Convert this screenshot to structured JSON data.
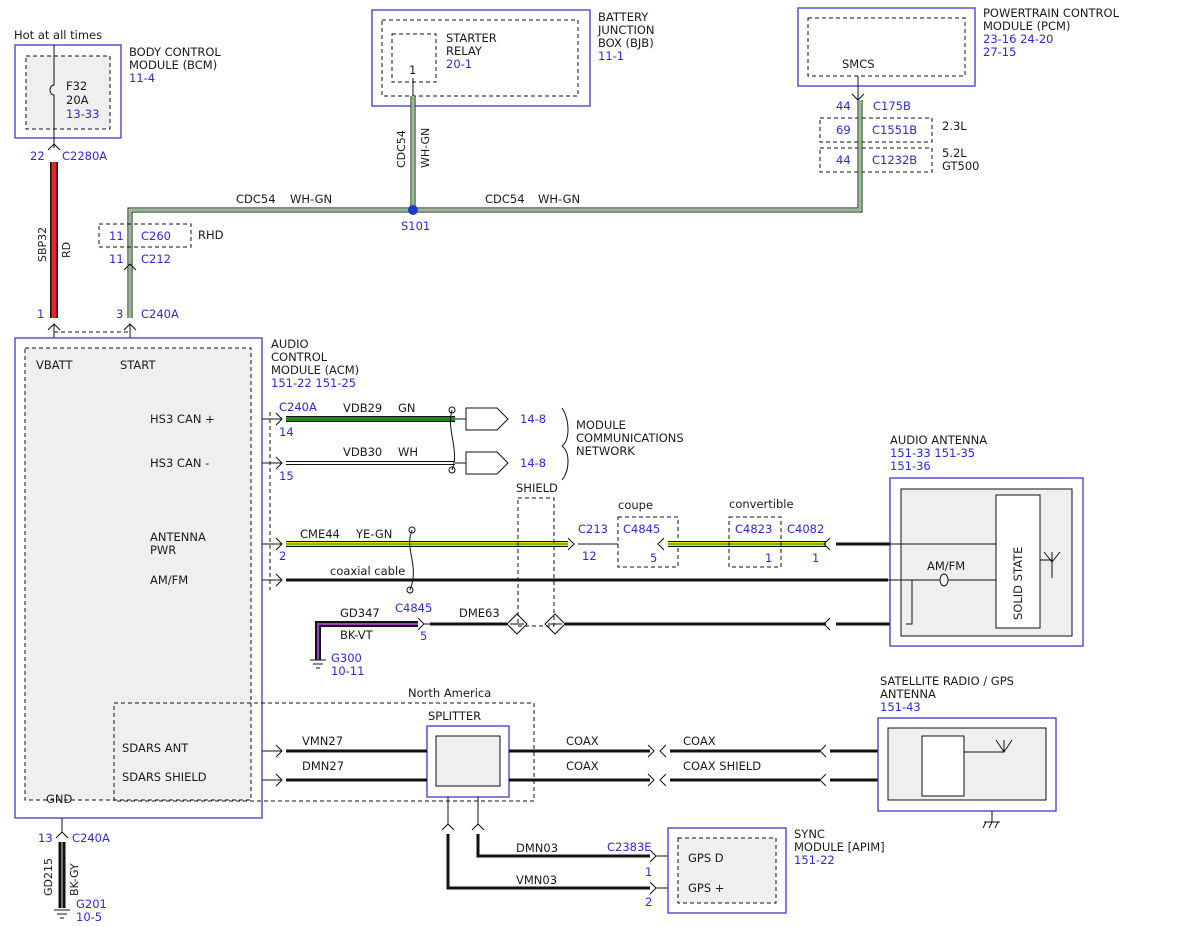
{
  "colors": {
    "rd": "#e8232b",
    "gn": "#128c12",
    "wh": "#ffffff",
    "ye": "#e6e600",
    "vt": "#a03cc8",
    "gy": "#999999",
    "splice": "#1a3ccc",
    "label_blue": "#2a2adf"
  },
  "bcm": {
    "hot": "Hot at all times",
    "name": [
      "BODY CONTROL",
      "MODULE (BCM)"
    ],
    "ref": "11-4",
    "fuse": "F32",
    "amps": "20A",
    "fuse_ref": "13-33",
    "pin": "22",
    "conn": "C2280A",
    "circuit": "SBP32",
    "color": "RD"
  },
  "bjb": {
    "name": [
      "BATTERY",
      "JUNCTION",
      "BOX (BJB)"
    ],
    "ref": "11-1",
    "relay": [
      "STARTER",
      "RELAY"
    ],
    "relay_ref": "20-1",
    "pin": "1"
  },
  "pcm": {
    "name": [
      "POWERTRAIN CONTROL",
      "MODULE (PCM)"
    ],
    "refs": [
      "23-16  24-20",
      "27-15"
    ],
    "smcs": "SMCS",
    "pin": "44",
    "conn": "C175B",
    "c2_pin": "69",
    "c2": "C1551B",
    "c2_note": "2.3L",
    "c3_pin": "44",
    "c3": "C1232B",
    "c3_note": [
      "5.2L",
      "GT500"
    ]
  },
  "start_wire": {
    "circuit": "CDC54",
    "color": "WH-GN",
    "splice": "S101",
    "c260_pin": "11",
    "c260": "C260",
    "rhd": "RHD",
    "c212_pin": "11",
    "c212": "C212",
    "acm_pin": "3",
    "acm_conn": "C240A",
    "vbatt_pin": "1"
  },
  "acm": {
    "name": [
      "AUDIO",
      "CONTROL",
      "MODULE (ACM)"
    ],
    "refs": "151-22  151-25",
    "vbatt": "VBATT",
    "start": "START",
    "hs3p": "HS3 CAN +",
    "hs3m": "HS3 CAN -",
    "ant_pwr": [
      "ANTENNA",
      "PWR"
    ],
    "amfm": "AM/FM",
    "sdars_ant": "SDARS ANT",
    "sdars_shield": "SDARS SHIELD",
    "gnd": "GND"
  },
  "can": {
    "conn": "C240A",
    "p_pin": "14",
    "p_circuit": "VDB29",
    "p_color": "GN",
    "m_pin": "15",
    "m_circuit": "VDB30",
    "m_color": "WH",
    "ref": "14-8",
    "network": [
      "MODULE",
      "COMMUNICATIONS",
      "NETWORK"
    ]
  },
  "antenna_circuit": {
    "pin": "2",
    "circuit": "CME44",
    "color": "YE-GN",
    "shield": "SHIELD",
    "c213": "C213",
    "c213_pin": "12",
    "coupe": "coupe",
    "c4845": "C4845",
    "c4845_pin": "5",
    "convertible": "convertible",
    "c4823": "C4823",
    "c4823_pin": "1",
    "c4082": "C4082",
    "c4082_pin": "1",
    "coax": "coaxial cable"
  },
  "ground_circuit": {
    "circuit": "GD347",
    "color": "BK-VT",
    "conn": "C4845",
    "pin": "5",
    "dme": "DME63",
    "ground": "G300",
    "ground_ref": "10-11"
  },
  "audio_antenna": {
    "name": "AUDIO ANTENNA",
    "refs": [
      "151-33  151-35",
      "151-36"
    ],
    "amfm": "AM/FM",
    "solid": "SOLID STATE"
  },
  "sdars": {
    "na": "North America",
    "splitter": "SPLITTER",
    "vmn27": "VMN27",
    "dmn27": "DMN27",
    "coax1": "COAX",
    "coax2": "COAX",
    "coax3": "COAX",
    "coax_shield": "COAX SHIELD"
  },
  "sat": {
    "name": [
      "SATELLITE RADIO / GPS",
      "ANTENNA"
    ],
    "ref": "151-43"
  },
  "sync": {
    "name": [
      "SYNC",
      "MODULE [APIM]"
    ],
    "ref": "151-22",
    "conn": "C2383E",
    "gpsd": "GPS D",
    "gpsp": "GPS +",
    "dmn03": "DMN03",
    "vmn03": "VMN03",
    "pin1": "1",
    "pin2": "2"
  },
  "acm_gnd": {
    "pin": "13",
    "conn": "C240A",
    "circuit": "GD215",
    "color": "BK-GY",
    "ground": "G201",
    "ref": "10-5"
  }
}
